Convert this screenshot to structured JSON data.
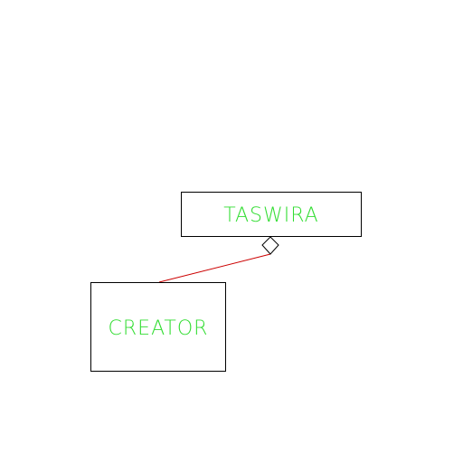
{
  "diagram": {
    "nodes": [
      {
        "id": "taswira",
        "label": "TASWIRA"
      },
      {
        "id": "creator",
        "label": "CREATOR"
      }
    ],
    "edges": [
      {
        "from": "creator",
        "to": "taswira",
        "type": "aggregation"
      }
    ]
  },
  "colors": {
    "label": "#33dd33",
    "box_border": "#000000",
    "edge": "#cc0000",
    "diamond_border": "#000000",
    "background": "#ffffff"
  }
}
